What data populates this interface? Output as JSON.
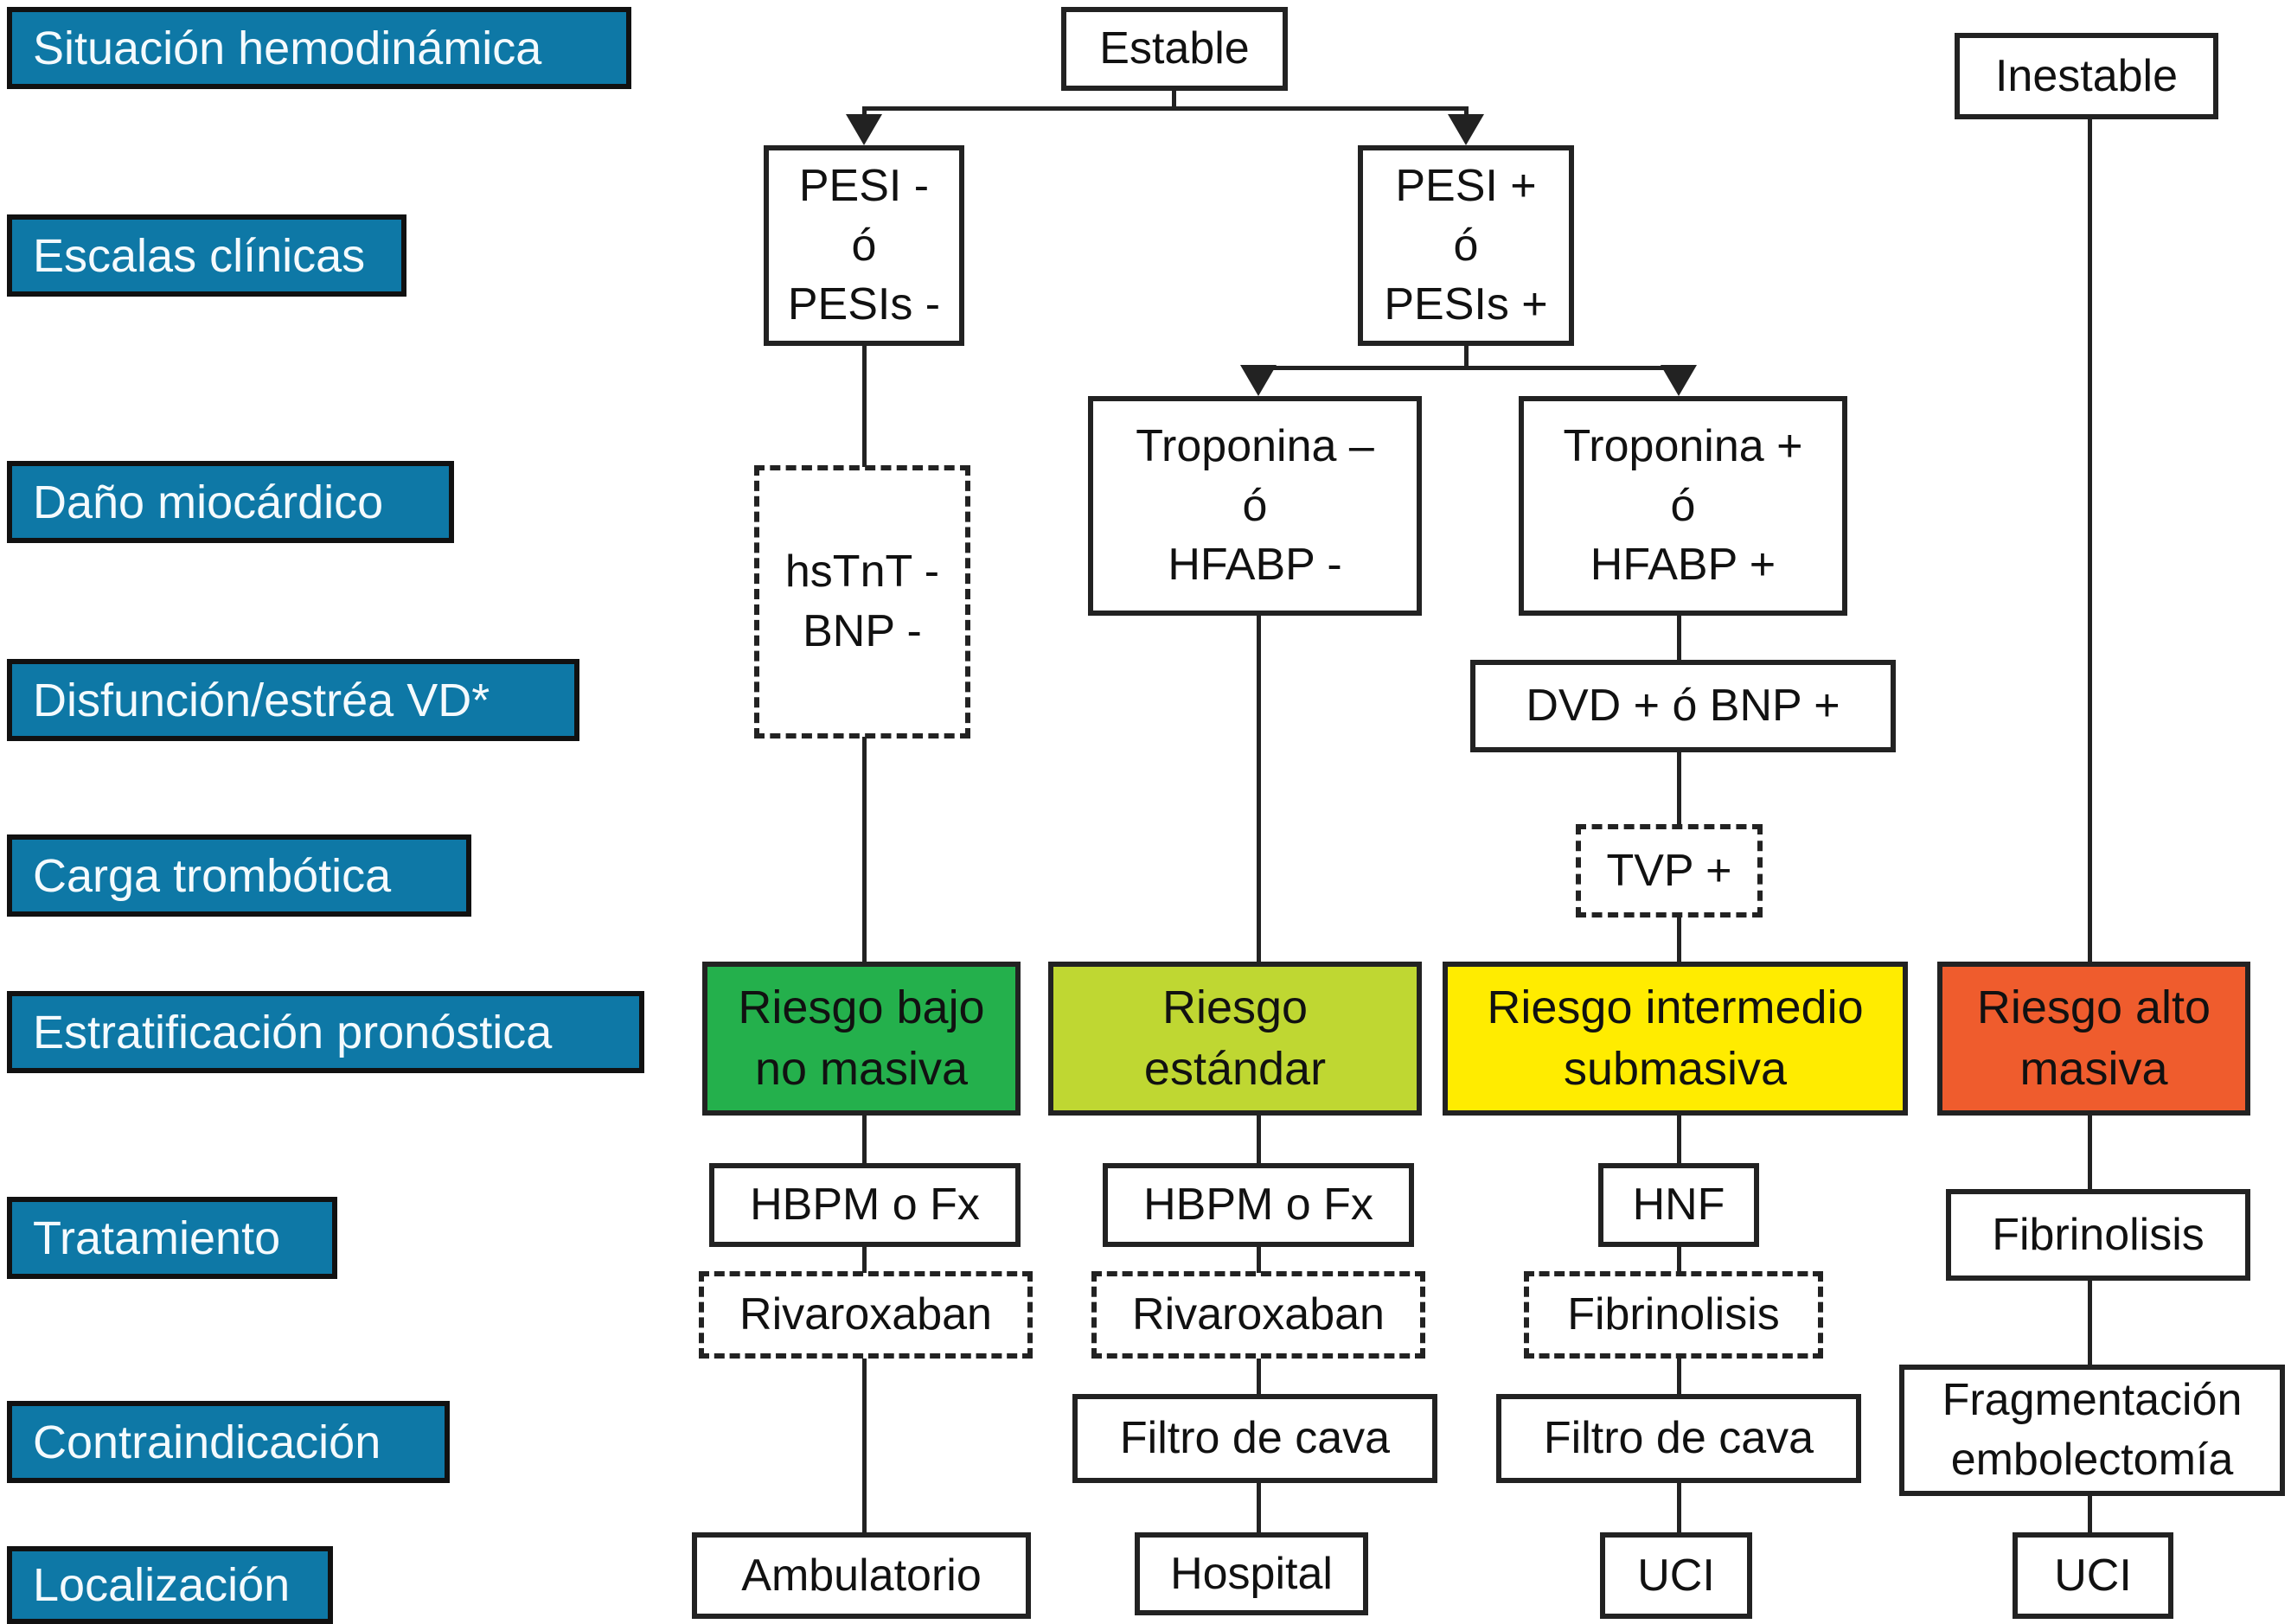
{
  "colors": {
    "row_label_bg": "#0E78A6",
    "row_label_text": "#F4FAFD",
    "risk_low_green": "#24B04C",
    "risk_standard_yellow_green": "#BFD732",
    "risk_intermediate_yellow": "#FFEC00",
    "risk_high_orange": "#EF5C2D",
    "line_color": "#222222"
  },
  "row_labels": [
    {
      "text": "Situación hemodinámica"
    },
    {
      "text": "Escalas clínicas"
    },
    {
      "text": "Daño miocárdico"
    },
    {
      "text": "Disfunción/estréa VD*"
    },
    {
      "text": "Carga trombótica"
    },
    {
      "text": "Estratificación pronóstica"
    },
    {
      "text": "Tratamiento"
    },
    {
      "text": "Contraindicación"
    },
    {
      "text": "Localización"
    }
  ],
  "nodes": {
    "estable": "Estable",
    "inestable": "Inestable",
    "pesi_neg": "PESI -\nó\nPESIs -",
    "pesi_pos": "PESI +\nó\nPESIs +",
    "hstnt_bnp": "hsTnT -\nBNP -",
    "troponina_neg": "Troponina –\nó\nHFABP -",
    "troponina_pos": "Troponina +\nó\nHFABP +",
    "dvd_bnp": "DVD + ó BNP +",
    "tvp": "TVP +",
    "riesgo_bajo": "Riesgo bajo\nno masiva",
    "riesgo_estandar": "Riesgo\nestándar",
    "riesgo_intermedio": "Riesgo intermedio\nsubmasiva",
    "riesgo_alto": "Riesgo alto\nmasiva",
    "hbpm_fx_1": "HBPM o Fx",
    "hbpm_fx_2": "HBPM o Fx",
    "hnf": "HNF",
    "fibrinolisis_inestable": "Fibrinolisis",
    "rivaroxaban_1": "Rivaroxaban",
    "rivaroxaban_2": "Rivaroxaban",
    "fibrinolisis_dashed": "Fibrinolisis",
    "filtro_cava_1": "Filtro de cava",
    "filtro_cava_2": "Filtro de cava",
    "fragmentacion": "Fragmentación\nembolectomía",
    "ambulatorio": "Ambulatorio",
    "hospital": "Hospital",
    "uci_1": "UCI",
    "uci_2": "UCI"
  }
}
